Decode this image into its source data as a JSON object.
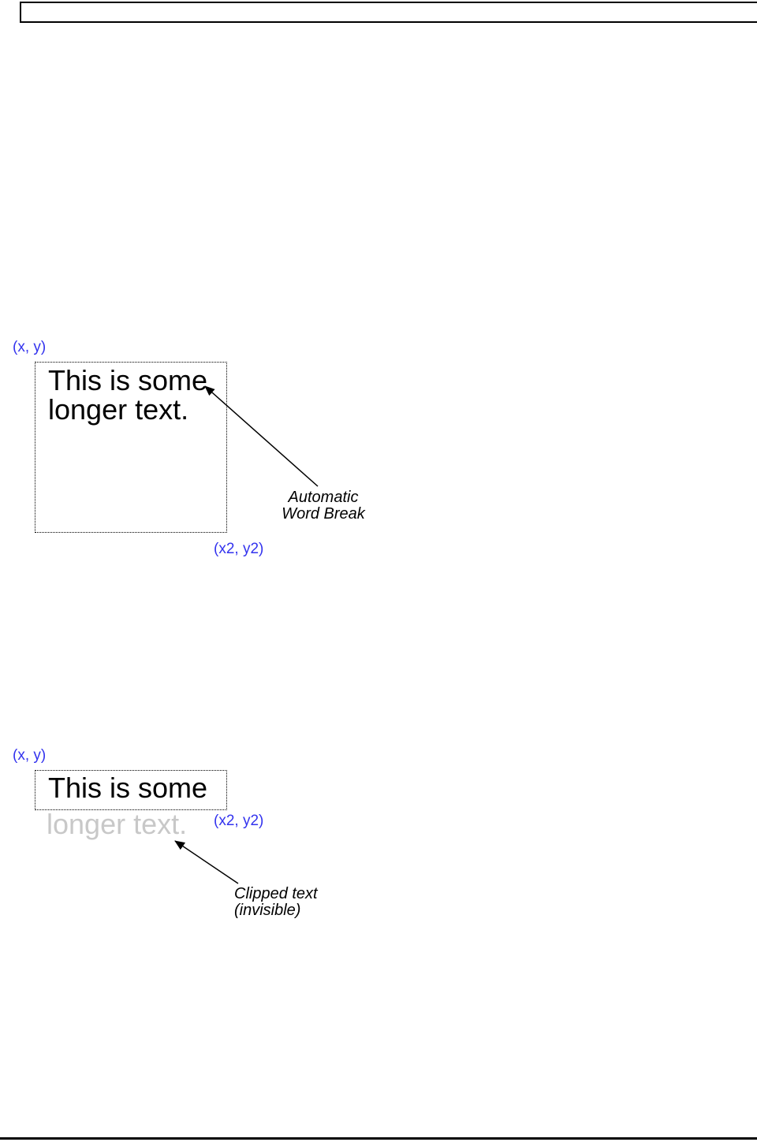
{
  "colors": {
    "coord_label": "#3333ee",
    "clipped_text": "#c8c8c8",
    "line_and_text": "#000000"
  },
  "header": {
    "content": ""
  },
  "diagram_word_break": {
    "corner_top_left": "(x, y)",
    "box_text_line1": "This is some",
    "box_text_line2": "longer text.",
    "corner_bottom_right": "(x2, y2)",
    "annotation_line1": "Automatic",
    "annotation_line2": "Word Break"
  },
  "diagram_clipped": {
    "corner_top_left": "(x, y)",
    "box_text": "This is some",
    "clipped_text": "longer text.",
    "corner_bottom_right": "(x2, y2)",
    "annotation_line1": "Clipped text",
    "annotation_line2": "(invisible)"
  }
}
